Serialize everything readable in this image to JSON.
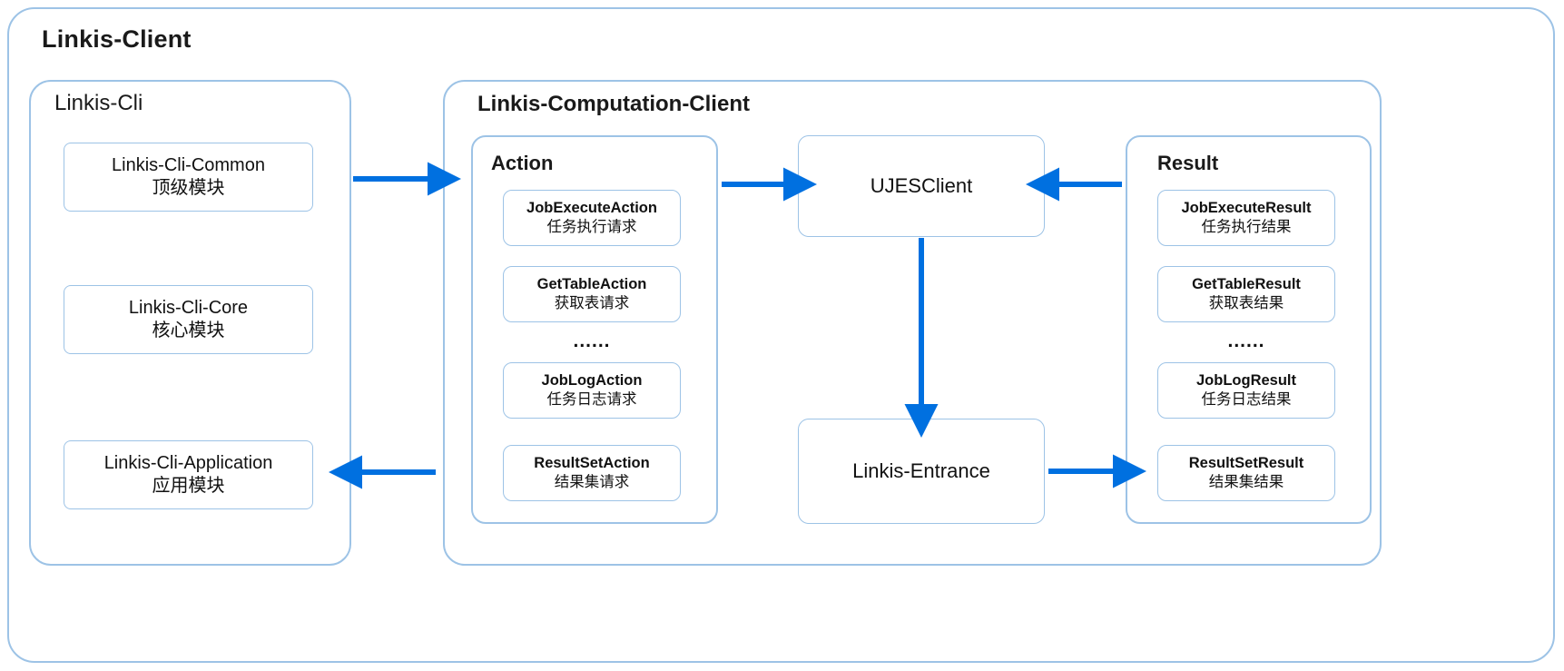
{
  "diagram": {
    "title": "Linkis-Client",
    "groups": {
      "cli": {
        "title": "Linkis-Cli",
        "nodes": [
          {
            "en": "Linkis-Cli-Common",
            "zh": "顶级模块"
          },
          {
            "en": "Linkis-Cli-Core",
            "zh": "核心模块"
          },
          {
            "en": "Linkis-Cli-Application",
            "zh": "应用模块"
          }
        ]
      },
      "computation": {
        "title": "Linkis-Computation-Client",
        "action": {
          "title": "Action",
          "ellipsis": "......",
          "nodes": [
            {
              "en": "JobExecuteAction",
              "zh": "任务执行请求"
            },
            {
              "en": "GetTableAction",
              "zh": "获取表请求"
            },
            {
              "en": "JobLogAction",
              "zh": "任务日志请求"
            },
            {
              "en": "ResultSetAction",
              "zh": "结果集请求"
            }
          ]
        },
        "result": {
          "title": "Result",
          "ellipsis": "......",
          "nodes": [
            {
              "en": "JobExecuteResult",
              "zh": "任务执行结果"
            },
            {
              "en": "GetTableResult",
              "zh": "获取表结果"
            },
            {
              "en": "JobLogResult",
              "zh": "任务日志结果"
            },
            {
              "en": "ResultSetResult",
              "zh": "结果集结果"
            }
          ]
        },
        "center": {
          "client": "UJESClient",
          "entrance": "Linkis-Entrance"
        }
      }
    },
    "colors": {
      "border": "#9dc3e6",
      "arrow": "#0070e0",
      "background": "#ffffff",
      "text": "#111111"
    }
  }
}
